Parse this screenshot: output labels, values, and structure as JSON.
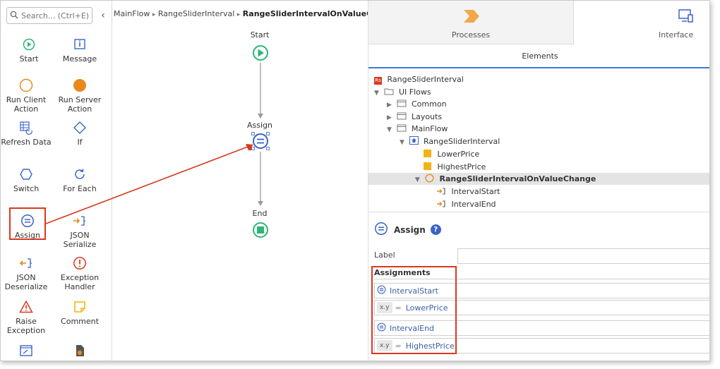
{
  "toolbox": {
    "search_placeholder": "Search... (Ctrl+E)",
    "collapse_glyph": "‹",
    "tools": [
      {
        "label": "Start",
        "icon": "start-icon"
      },
      {
        "label": "Message",
        "icon": "message-icon"
      },
      {
        "label": "Run Client Action",
        "icon": "run-client-action-icon"
      },
      {
        "label": "Run Server Action",
        "icon": "run-server-action-icon"
      },
      {
        "label": "Refresh Data",
        "icon": "refresh-data-icon"
      },
      {
        "label": "If",
        "icon": "if-icon"
      },
      {
        "label": "Switch",
        "icon": "switch-icon"
      },
      {
        "label": "For Each",
        "icon": "for-each-icon"
      },
      {
        "label": "Assign",
        "icon": "assign-icon"
      },
      {
        "label": "JSON Serialize",
        "icon": "json-serialize-icon"
      },
      {
        "label": "JSON Deserialize",
        "icon": "json-deserialize-icon"
      },
      {
        "label": "Exception Handler",
        "icon": "exception-handler-icon"
      },
      {
        "label": "Raise Exception",
        "icon": "raise-exception-icon"
      },
      {
        "label": "Comment",
        "icon": "comment-icon"
      }
    ]
  },
  "canvas": {
    "breadcrumb": {
      "part1": "MainFlow",
      "part2": "RangeSliderInterval",
      "current": "RangeSliderIntervalOnValueChange",
      "separator": "▸"
    },
    "nodes": {
      "start": "Start",
      "assign": "Assign",
      "end": "End"
    }
  },
  "right_panel": {
    "tabs": {
      "processes": "Processes",
      "interface": "Interface"
    },
    "subtab": "Elements",
    "tree": {
      "root": "RangeSliderInterval",
      "root_badge": "Rs",
      "ui_flows": "UI Flows",
      "common": "Common",
      "layouts": "Layouts",
      "mainflow": "MainFlow",
      "screen": "RangeSliderInterval",
      "var1": "LowerPrice",
      "var2": "HighestPrice",
      "action": "RangeSliderIntervalOnValueChange",
      "param1": "IntervalStart",
      "param2": "IntervalEnd"
    },
    "properties": {
      "title": "Assign",
      "help": "?",
      "label_caption": "Label",
      "label_value": "",
      "assignments_header": "Assignments",
      "assignments": [
        {
          "variable": "IntervalStart",
          "value": "LowerPrice"
        },
        {
          "variable": "IntervalEnd",
          "value": "HighestPrice"
        }
      ],
      "xy_tag": "x.y",
      "eq": "="
    }
  },
  "colors": {
    "accent_green": "#2bb673",
    "accent_orange": "#e8891c",
    "accent_blue": "#3a63c7",
    "highlight_red": "#d9381e",
    "folder_yellow": "#f2b315"
  }
}
